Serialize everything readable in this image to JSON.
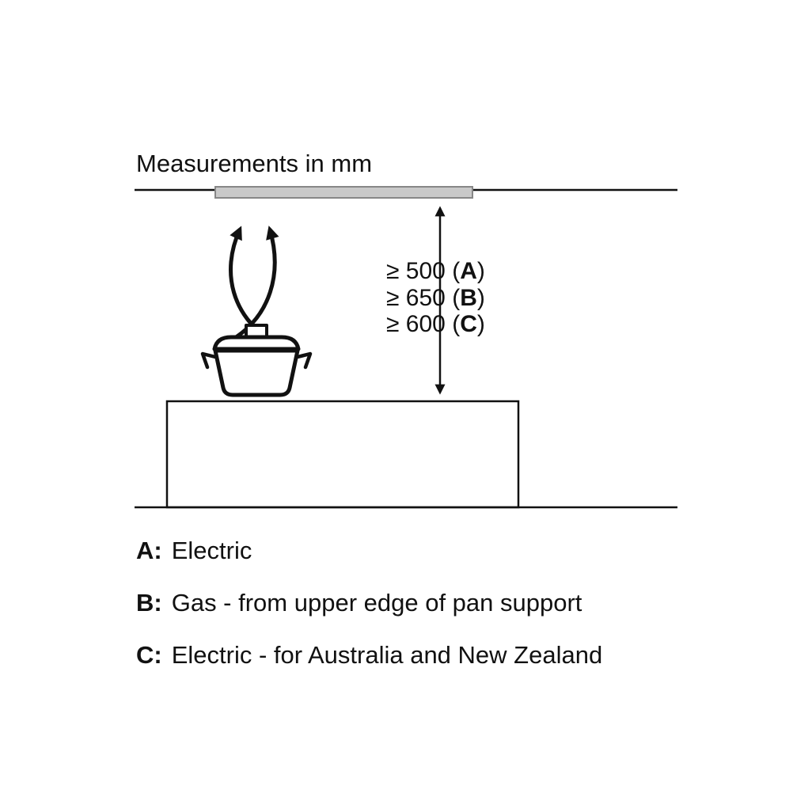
{
  "title": "Measurements in mm",
  "measurements": [
    {
      "prefix": "≥ 500 (",
      "letter": "A",
      "suffix": ")"
    },
    {
      "prefix": "≥ 650 (",
      "letter": "B",
      "suffix": ")"
    },
    {
      "prefix": "≥ 600 (",
      "letter": "C",
      "suffix": ")"
    }
  ],
  "legend": [
    {
      "key": "A:",
      "text": "Electric"
    },
    {
      "key": "B:",
      "text": "Gas - from upper edge of pan support"
    },
    {
      "key": "C:",
      "text": "Electric - for Australia and New Zealand"
    }
  ],
  "colors": {
    "line": "#111111",
    "hood_fill": "#c9c9c9",
    "hood_border": "#878787",
    "background": "#ffffff"
  }
}
